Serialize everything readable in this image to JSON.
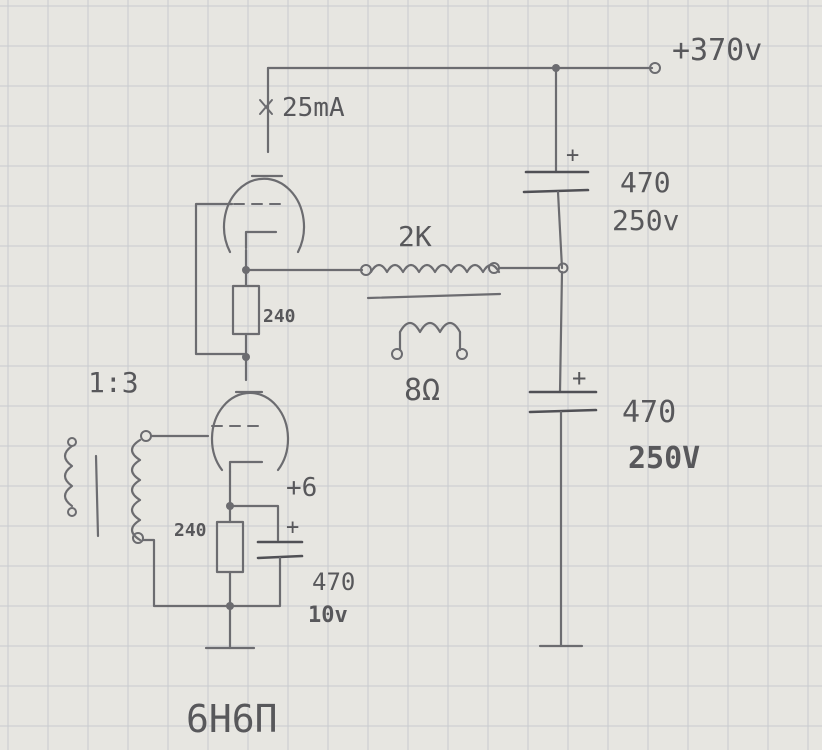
{
  "labels": {
    "supply_voltage": "+370v",
    "plate_current": "25mA",
    "cap_top_value": "470",
    "cap_top_voltage": "250v",
    "cap_top_polarity": "+",
    "cap_bottom_value": "470",
    "cap_bottom_voltage": "250V",
    "cap_bottom_polarity": "+",
    "transformer_resistance": "2K",
    "speaker_impedance": "8Ω",
    "resistor_middle": "240",
    "resistor_cathode": "240",
    "input_ratio": "1:3",
    "cathode_voltage": "+6",
    "cathode_cap_value": "470",
    "cathode_cap_voltage": "10v",
    "cathode_cap_polarity": "+",
    "tube_type": "6Н6П"
  },
  "colors": {
    "paper": "#e7e6e1",
    "grid": "#c9cbd0",
    "ink": "#6c6c70",
    "text": "#58585b"
  }
}
